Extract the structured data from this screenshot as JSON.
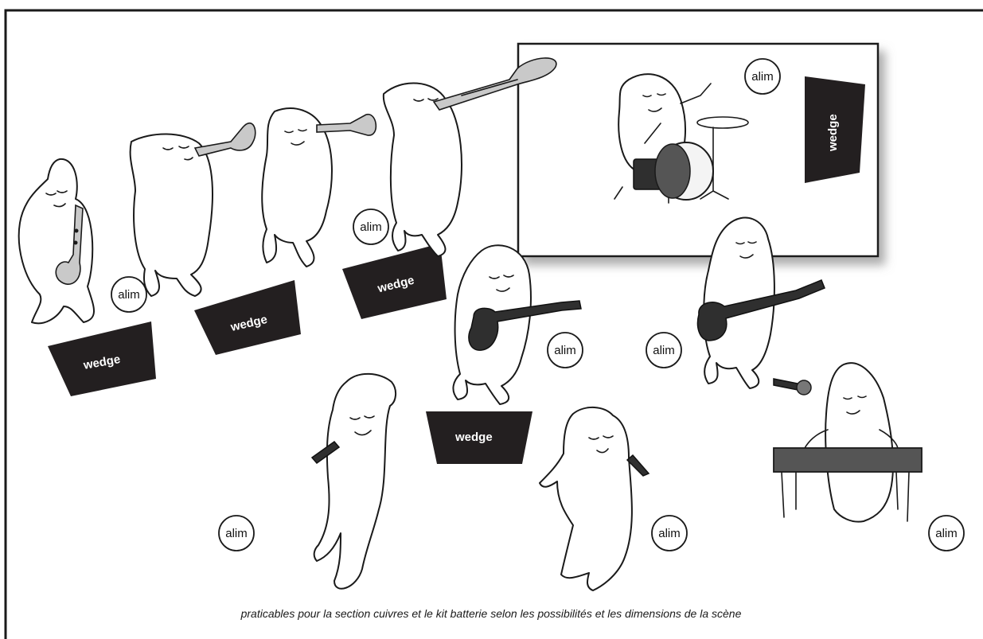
{
  "stage_plot": {
    "wedge_label": "wedge",
    "alim_label": "alim",
    "caption": "praticables pour la section cuivres et le kit batterie selon les possibilités et les dimensions de la scène"
  },
  "colors": {
    "border": "#1a1a1a",
    "wedge_fill": "#231f20",
    "riser_shadow": "#9a9a9a",
    "background": "#ffffff"
  },
  "icons": [
    "saxophone-player-icon",
    "trumpet-player-icon",
    "trombone-player-icon",
    "drummer-icon",
    "guitarist-icon",
    "bassist-icon",
    "singer-icon",
    "keyboardist-icon",
    "microphone-icon"
  ]
}
